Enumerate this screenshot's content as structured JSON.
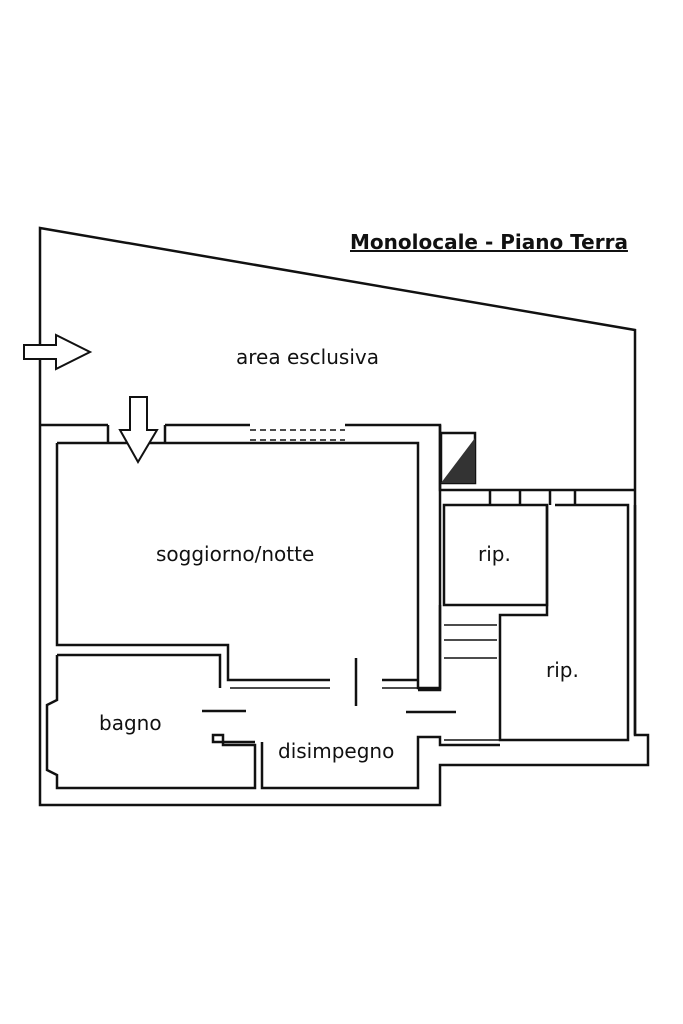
{
  "title": "Monolocale - Piano Terra",
  "rooms": {
    "outdoor": "area esclusiva",
    "living": "soggiorno/notte",
    "storage1": "rip.",
    "storage2": "rip.",
    "bathroom": "bagno",
    "hallway": "disimpegno"
  },
  "icons": [
    "entry-arrow-right",
    "entry-arrow-down"
  ]
}
